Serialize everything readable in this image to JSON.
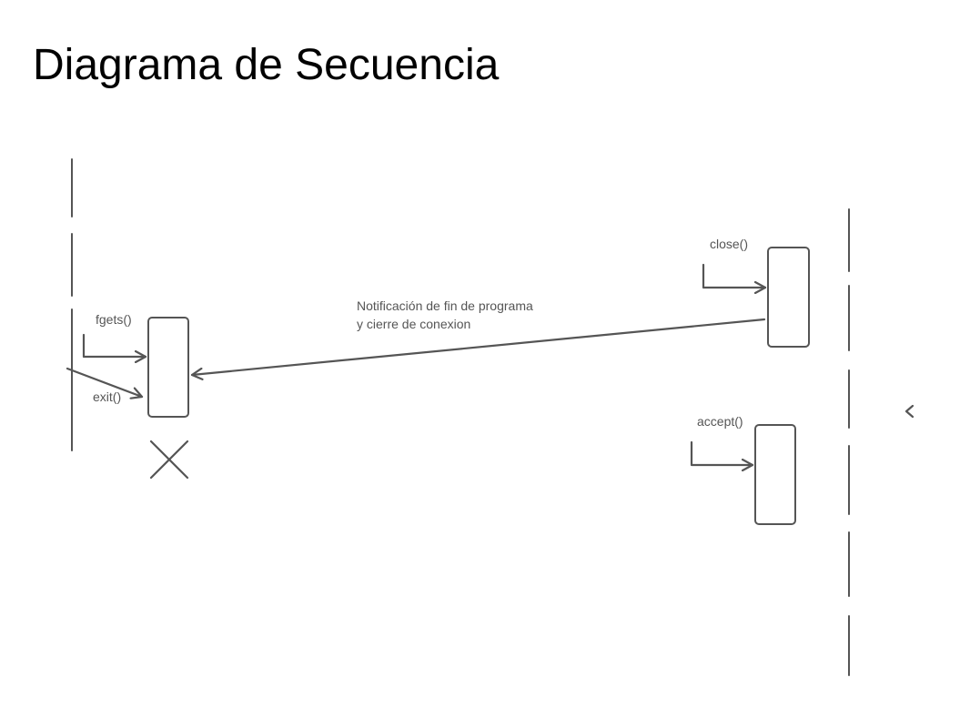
{
  "title": "Diagrama de Secuencia",
  "colors": {
    "stroke": "#555555",
    "background": "#ffffff",
    "title": "#000000"
  },
  "messages": {
    "fgets": "fgets()",
    "exit": "exit()",
    "close": "close()",
    "accept": "accept()",
    "notification_line1": "Notificación de fin de programa",
    "notification_line2": "y cierre de conexion"
  }
}
